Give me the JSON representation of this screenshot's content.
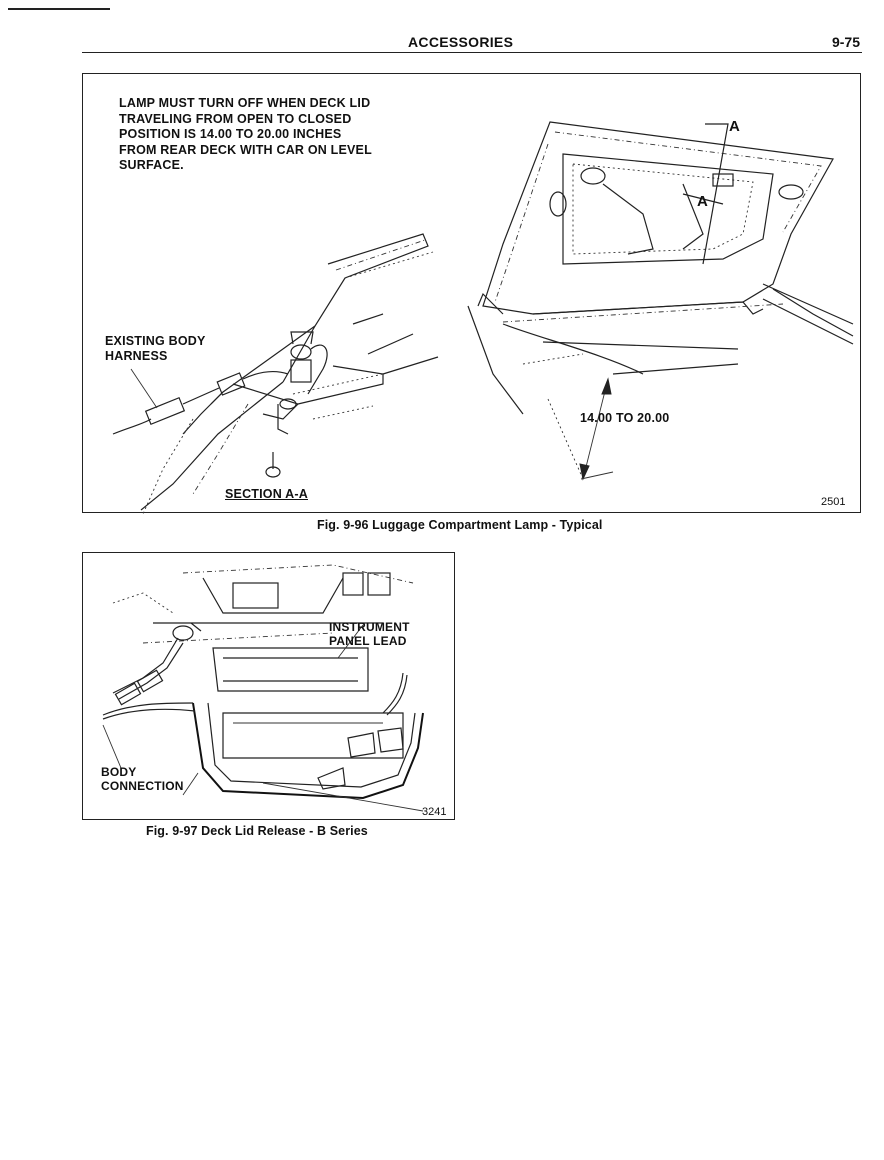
{
  "header": {
    "section_title": "ACCESSORIES",
    "page_number": "9-75"
  },
  "figure_96": {
    "note": "LAMP MUST TURN OFF WHEN DECK LID\nTRAVELING FROM OPEN TO CLOSED\nPOSITION IS 14.00 TO 20.00 INCHES\nFROM REAR DECK WITH CAR ON LEVEL\nSURFACE.",
    "harness_label": "EXISTING BODY\nHARNESS",
    "section_label": "SECTION A-A",
    "dimension_label": "14.00 TO 20.00",
    "section_marker_a": "A",
    "ref_number": "2501",
    "caption": "Fig. 9-96 Luggage Compartment Lamp - Typical"
  },
  "figure_97": {
    "instrument_label": "INSTRUMENT\nPANEL LEAD",
    "body_label": "BODY\nCONNECTION",
    "ref_number": "3241",
    "caption": "Fig. 9-97 Deck Lid Release - B Series"
  }
}
